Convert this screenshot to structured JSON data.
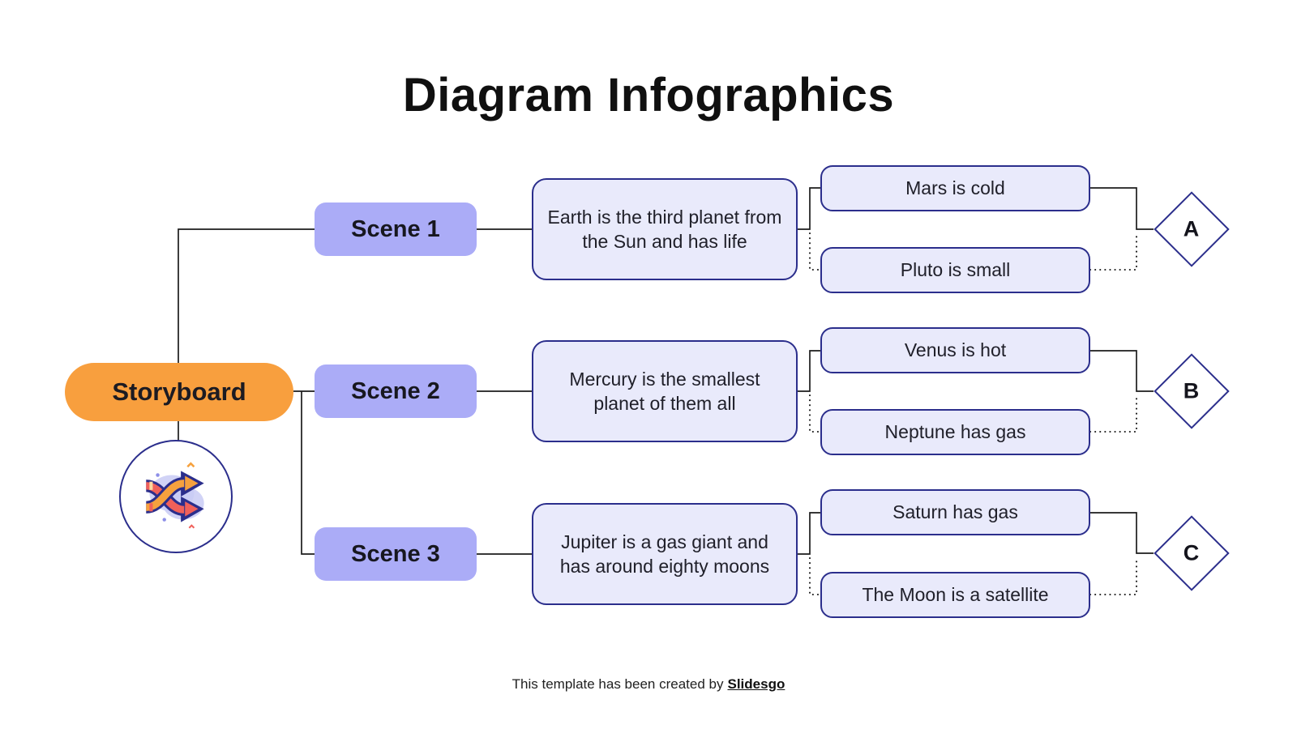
{
  "title": "Diagram Infographics",
  "root": {
    "label": "Storyboard",
    "icon": "shuffle-arrows-icon"
  },
  "scenes": [
    {
      "label": "Scene 1",
      "description": "Earth is the third planet from the Sun and has life",
      "branches": [
        "Mars is cold",
        "Pluto is small"
      ],
      "result": "A"
    },
    {
      "label": "Scene 2",
      "description": "Mercury is the smallest planet of them all",
      "branches": [
        "Venus is hot",
        "Neptune has gas"
      ],
      "result": "B"
    },
    {
      "label": "Scene 3",
      "description": "Jupiter is a gas giant and has around eighty moons",
      "branches": [
        "Saturn has gas",
        "The Moon is a satellite"
      ],
      "result": "C"
    }
  ],
  "footer": {
    "text": "This template has been created by",
    "brand": "Slidesgo"
  },
  "colors": {
    "accent_orange": "#F89F3E",
    "scene_fill": "#ABACF7",
    "panel_fill": "#E9EAFB",
    "outline_navy": "#2B2E8C",
    "connector_black": "#1C1C1C",
    "arrow_red": "#F0605A",
    "blob_lilac": "#C9CBF4"
  }
}
